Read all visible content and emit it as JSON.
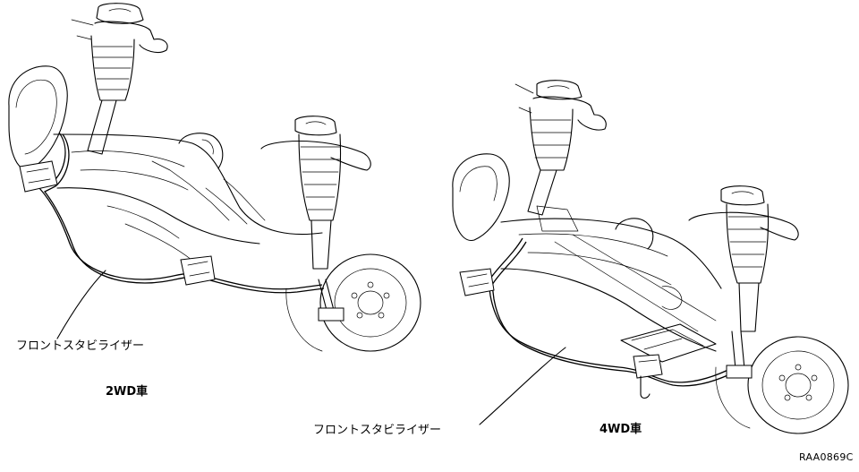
{
  "figure": {
    "diagrams": [
      {
        "id": "2wd",
        "callout_label": "フロントスタビライザー",
        "variant_label": "2WD車"
      },
      {
        "id": "4wd",
        "callout_label": "フロントスタビライザー",
        "variant_label": "4WD車"
      }
    ],
    "figure_code": "RAA0869C"
  }
}
